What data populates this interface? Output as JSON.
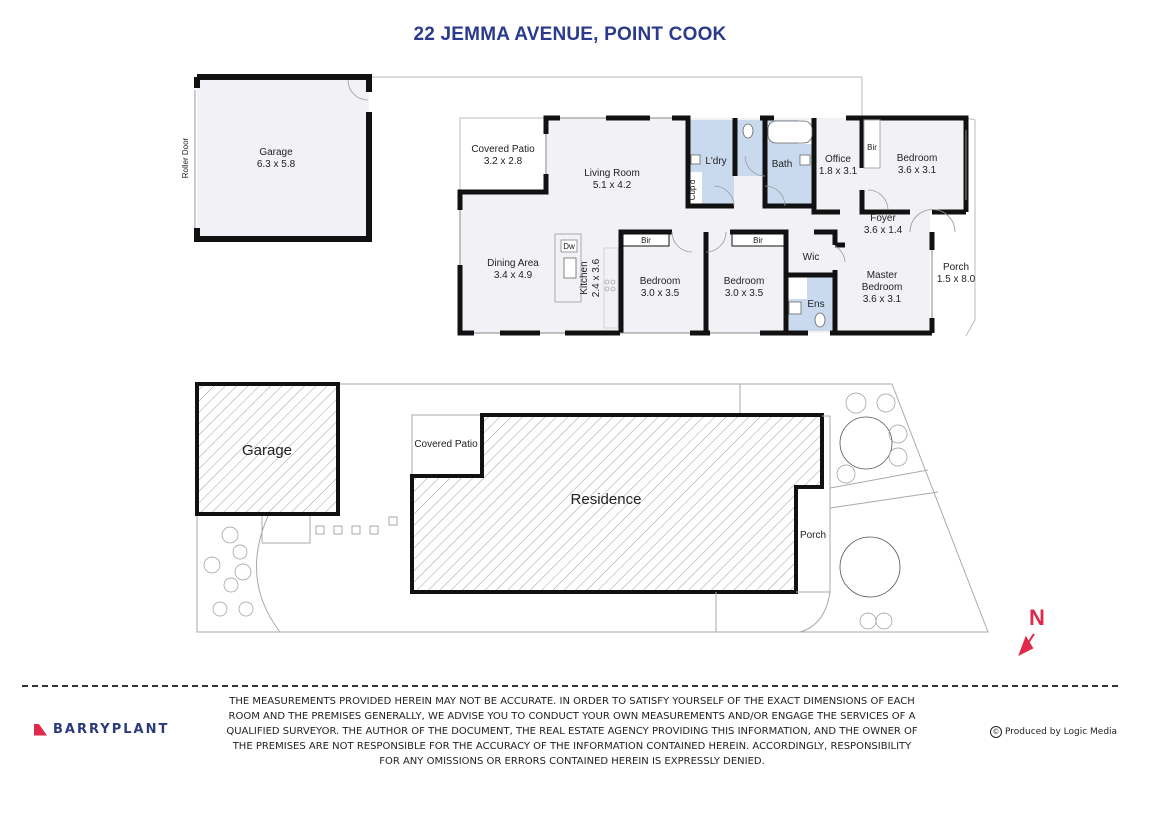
{
  "title": "22 JEMMA AVENUE, POINT COOK",
  "floor_plan": {
    "garage": {
      "name": "Garage",
      "dims": "6.3 x 5.8",
      "roller_door": "Roller Door"
    },
    "rooms": [
      {
        "name": "Covered Patio",
        "dims": "3.2 x 2.8"
      },
      {
        "name": "Living Room",
        "dims": "5.1 x 4.2"
      },
      {
        "name": "L'dry",
        "dims": ""
      },
      {
        "name": "Cup'd",
        "dims": ""
      },
      {
        "name": "Bath",
        "dims": ""
      },
      {
        "name": "Office",
        "dims": "1.8 x 3.1"
      },
      {
        "name": "Bedroom",
        "dims": "3.6 x 3.1"
      },
      {
        "name": "Foyer",
        "dims": "3.6 x 1.4"
      },
      {
        "name": "Dining Area",
        "dims": "3.4 x 4.9"
      },
      {
        "name": "Kitchen",
        "dims": "2.4 x 3.6"
      },
      {
        "name": "Bedroom",
        "dims": "3.0 x 3.5"
      },
      {
        "name": "Bedroom",
        "dims": "3.0 x 3.5"
      },
      {
        "name": "Wic",
        "dims": ""
      },
      {
        "name": "Ens",
        "dims": ""
      },
      {
        "name": "Master",
        "dims": "Bedroom"
      },
      {
        "name": "3.6 x 3.1",
        "dims": ""
      },
      {
        "name": "Porch",
        "dims": "1.5 x 8.0"
      }
    ],
    "fixtures": {
      "dw": "Dw",
      "bir": "Bir"
    }
  },
  "site_plan": {
    "garage": "Garage",
    "residence": "Residence",
    "covered_patio": "Covered Patio",
    "porch": "Porch",
    "north": "N"
  },
  "footer": {
    "brand": "BARRYPLANT",
    "brand_color": "#e0294a",
    "disclaimer": "THE MEASUREMENTS PROVIDED HEREIN MAY NOT BE ACCURATE. IN ORDER TO SATISFY YOURSELF OF THE EXACT DIMENSIONS OF EACH ROOM AND THE PREMISES GENERALLY, WE ADVISE YOU TO CONDUCT YOUR OWN MEASUREMENTS AND/OR ENGAGE THE SERVICES OF A QUALIFIED SURVEYOR. THE AUTHOR OF THE DOCUMENT, THE REAL ESTATE AGENCY PROVIDING THIS INFORMATION, AND THE OWNER OF THE PREMISES ARE NOT RESPONSIBLE FOR THE ACCURACY OF THE INFORMATION CONTAINED HEREIN. ACCORDINGLY, RESPONSIBILITY FOR ANY OMISSIONS OR ERRORS CONTAINED HEREIN IS EXPRESSLY DENIED.",
    "copyright_symbol": "©",
    "credit": "Produced by Logic Media"
  },
  "colors": {
    "title": "#2a3a8c",
    "room_fill": "#f2f2f6",
    "wet_fill": "#c9daee",
    "wall": "#111111",
    "north": "#e0294a"
  }
}
